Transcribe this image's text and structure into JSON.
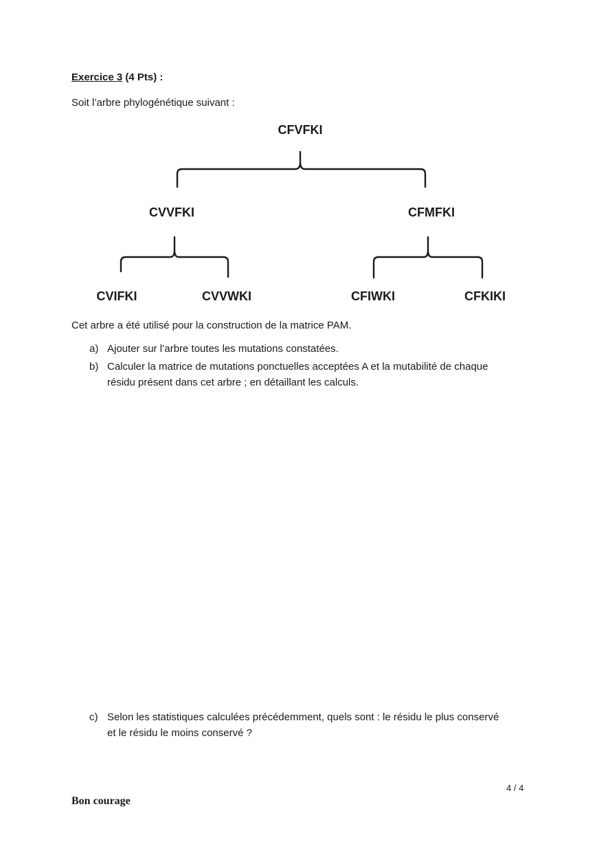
{
  "header": {
    "exercise": "Exercice 3",
    "points": "(4 Pts) :"
  },
  "intro": "Soit l’arbre phylogénétique suivant :",
  "tree": {
    "root": "CFVFKI",
    "left": "CVVFKI",
    "right": "CFMFKI",
    "leaves": [
      "CVIFKI",
      "CVVWKI",
      "CFIWKI",
      "CFKIKI"
    ]
  },
  "paragraph": "Cet arbre a été utilisé pour la construction de la matrice PAM.",
  "questions": {
    "a": {
      "label": "a)",
      "lines": [
        "Ajouter sur l’arbre toutes les mutations constatées."
      ]
    },
    "b": {
      "label": "b)",
      "lines": [
        "Calculer la matrice de mutations ponctuelles acceptées A et la mutabilité de chaque",
        "résidu présent dans cet arbre ; en détaillant les calculs."
      ]
    },
    "c": {
      "label": "c)",
      "lines": [
        "Selon les statistiques calculées précédemment, quels sont : le résidu le plus conservé",
        "et le résidu le moins conservé ?"
      ]
    }
  },
  "page_number": "4 / 4",
  "footer": "Bon courage"
}
